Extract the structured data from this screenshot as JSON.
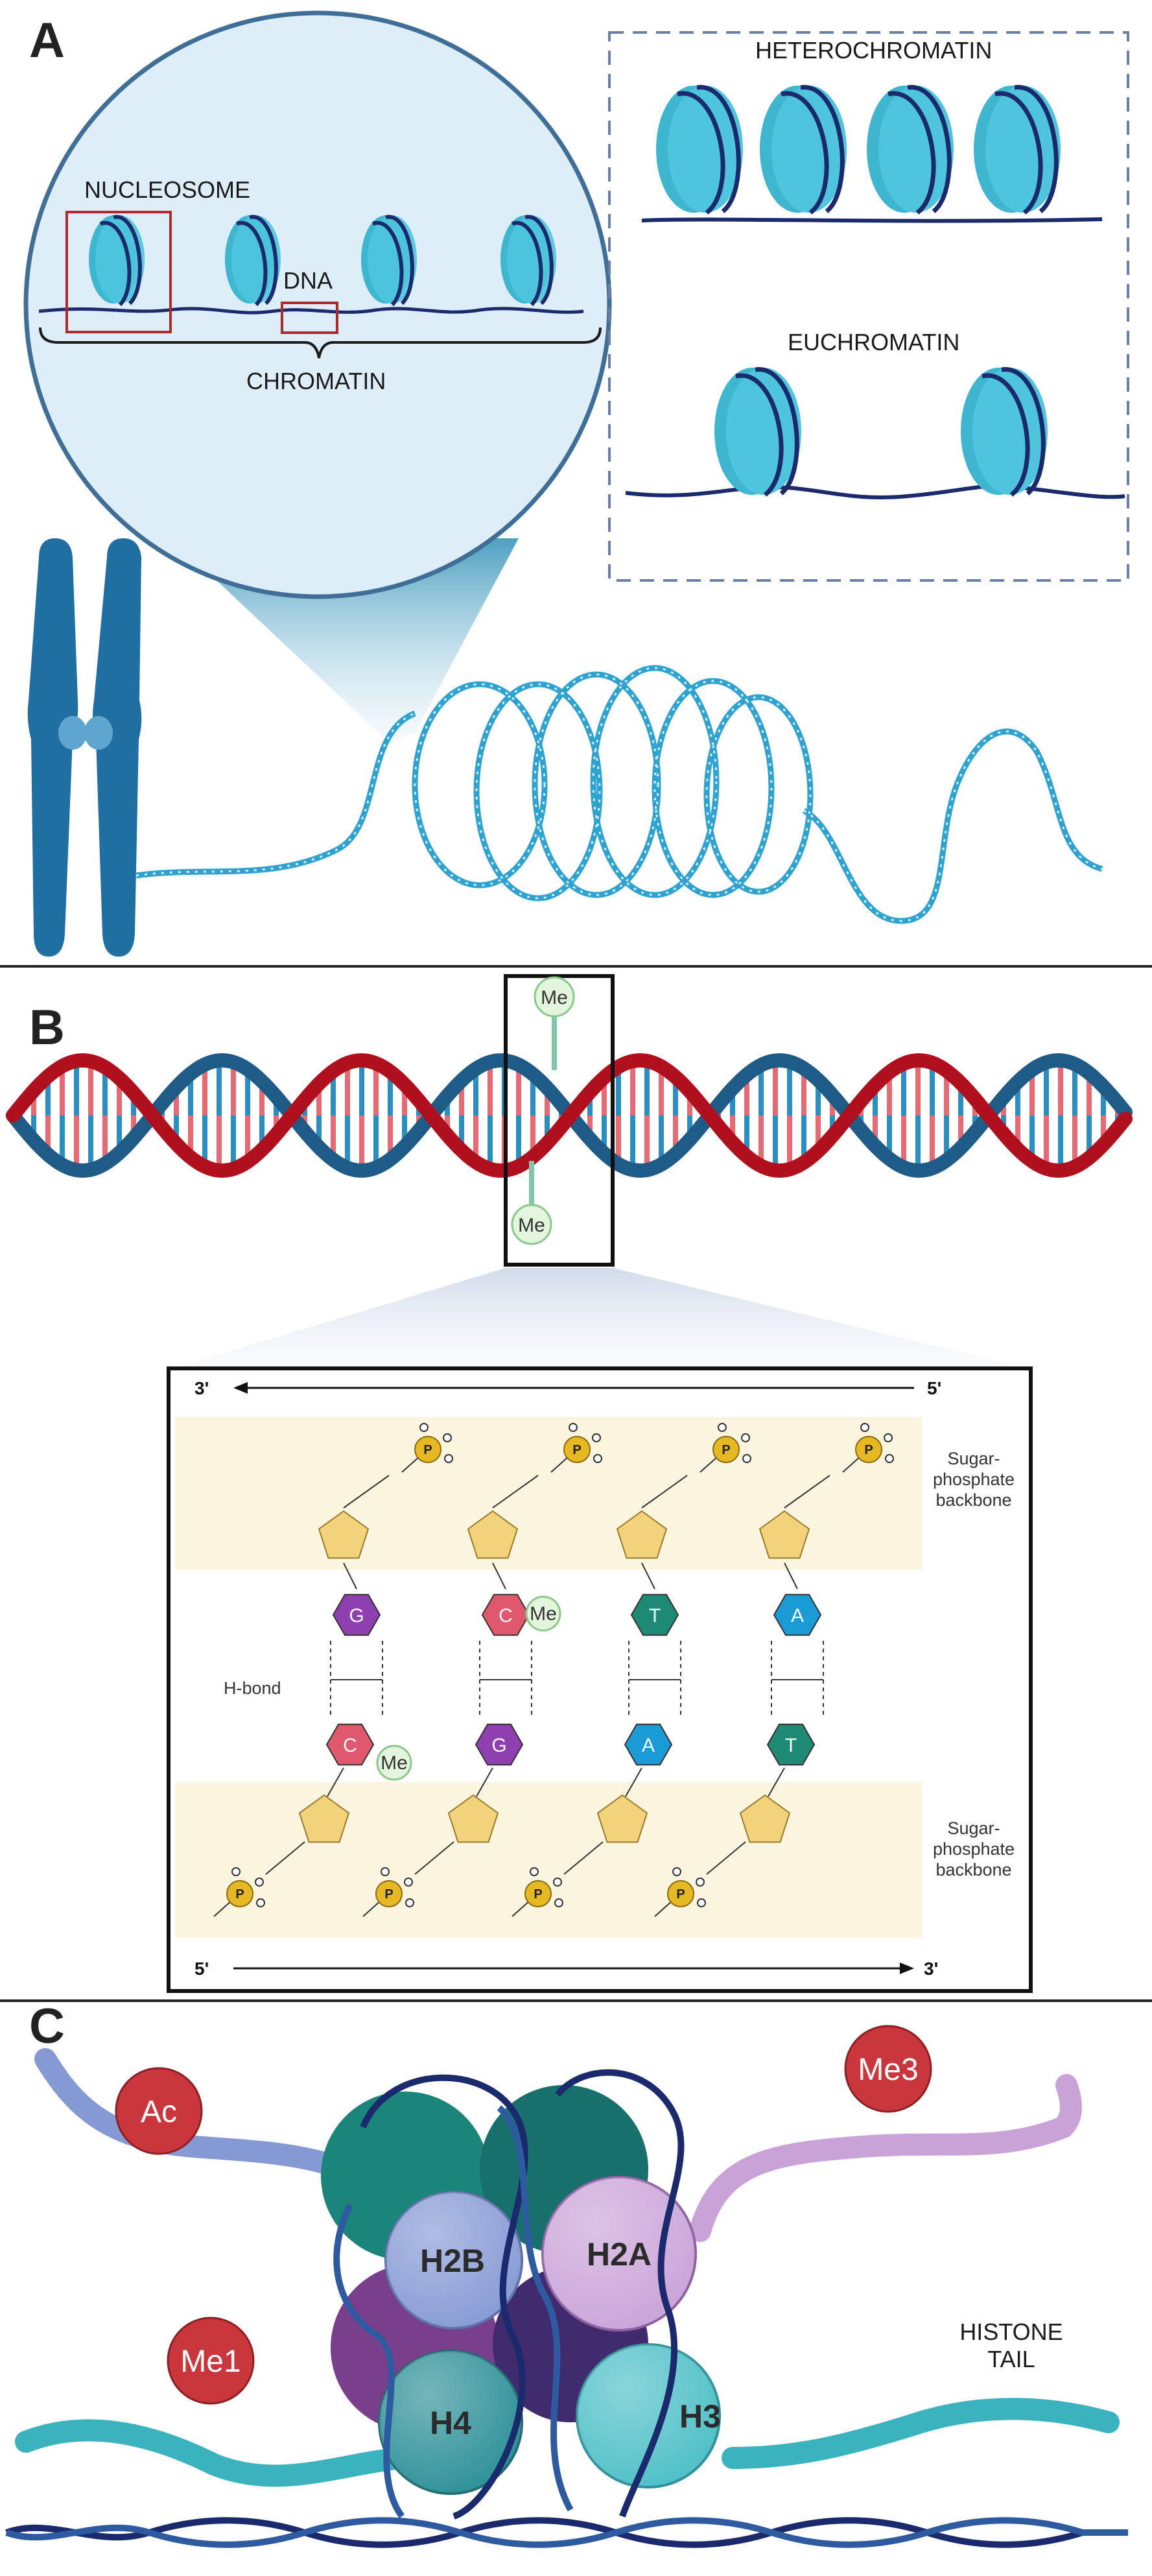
{
  "panel_a": {
    "letter": "A",
    "nucleosome_label": "NUCLEOSOME",
    "dna_label": "DNA",
    "chromatin_label": "CHROMATIN",
    "heterochromatin_label": "HETEROCHROMATIN",
    "euchromatin_label": "EUCHROMATIN"
  },
  "panel_b": {
    "letter": "B",
    "me_top": "Me",
    "me_bottom": "Me",
    "strand_top": {
      "left": "3'",
      "right": "5'"
    },
    "strand_bottom": {
      "left": "5'",
      "right": "3'"
    },
    "backbone_label_top": [
      "Sugar-",
      "phosphate",
      "backbone"
    ],
    "backbone_label_bottom": [
      "Sugar-",
      "phosphate",
      "backbone"
    ],
    "hbond_label": "H-bond",
    "phosphate_symbol": "P",
    "pairs": [
      {
        "top": "G",
        "bottom": "C",
        "methyl": "Me"
      },
      {
        "top": "C",
        "bottom": "G",
        "methyl": "Me"
      },
      {
        "top": "T",
        "bottom": "A"
      },
      {
        "top": "A",
        "bottom": "T"
      }
    ],
    "colors": {
      "G": "#8e3fb0",
      "C": "#e0586b",
      "T": "#1f8a73",
      "A": "#1b9bd6"
    }
  },
  "panel_c": {
    "letter": "C",
    "histones": [
      "H2B",
      "H2A",
      "H4",
      "H3"
    ],
    "modifications": [
      "Ac",
      "Me3",
      "Me1"
    ],
    "tail_label": [
      "HISTONE",
      "TAIL"
    ]
  },
  "colors": {
    "nucleosome": "#3fb6cf",
    "chromosome": "#1f6fa3",
    "dna_dark": "#1a2a6c",
    "helix_red": "#b0101d",
    "helix_blue": "#1e5b86",
    "mod_red": "#c9363b"
  }
}
